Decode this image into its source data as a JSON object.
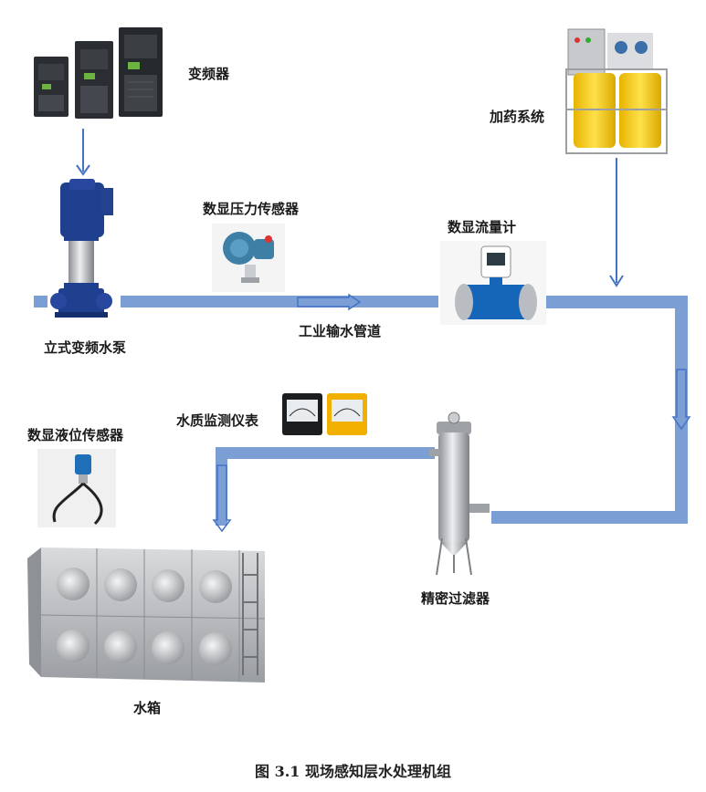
{
  "labels": {
    "vfd": "变频器",
    "pump": "立式变频水泵",
    "pressure_sensor": "数显压力传感器",
    "pipe": "工业输水管道",
    "flow_meter": "数显流量计",
    "dosing": "加药系统",
    "water_quality": "水质监测仪表",
    "level_sensor": "数显液位传感器",
    "filter": "精密过滤器",
    "tank": "水箱"
  },
  "caption": "图 3.1 现场感知层水处理机组",
  "colors": {
    "pipe": "#7b9fd4",
    "arrow": "#4472c4",
    "pump_blue": "#1f3f8f",
    "meter_blue": "#1565b8",
    "dosing_yellow": "#f3c500",
    "steel": "#b9bcc0"
  }
}
